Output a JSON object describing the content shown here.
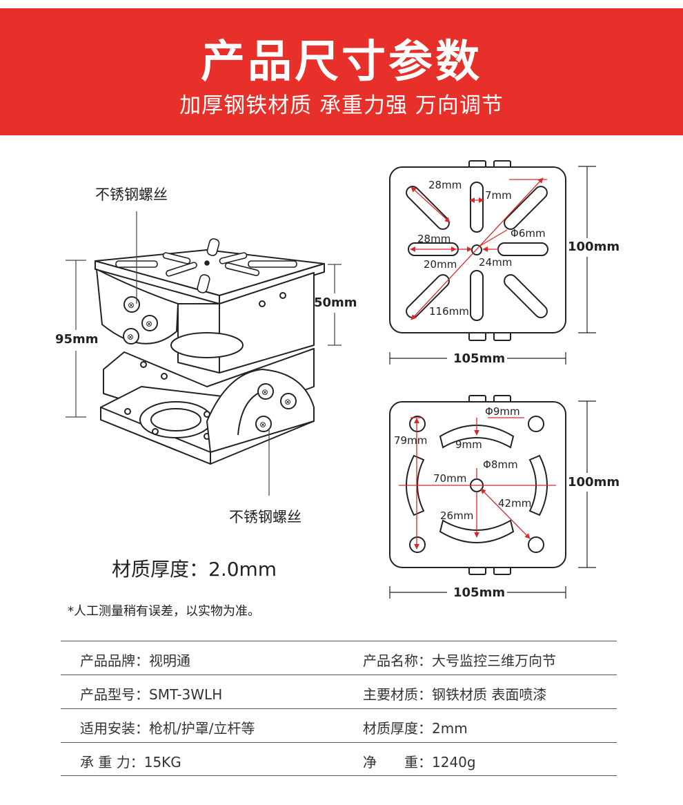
{
  "banner": {
    "title": "产品尺寸参数",
    "subtitle": "加厚钢铁材质  承重力强  万向调节",
    "color": "#e8302a"
  },
  "product_diagram": {
    "screw_label_top": "不锈钢螺丝",
    "screw_label_bottom": "不锈钢螺丝",
    "height_total": "95mm",
    "height_upper": "50mm"
  },
  "top_plate": {
    "slot_diagonal": "28mm",
    "slot_width": "7mm",
    "hole_center": "6mm",
    "slot_horizontal": "28mm",
    "slot_offset": "20mm",
    "slot_gap": "24mm",
    "diagonal_span": "116mm",
    "height": "100mm",
    "width": "105mm"
  },
  "bottom_plate": {
    "corner_hole": "9mm",
    "arc_width": "9mm",
    "side_span": "79mm",
    "center_hole": "8mm",
    "arc_offset": "70mm",
    "center_to_hole": "42mm",
    "center_to_arc": "26mm",
    "height": "100mm",
    "width": "105mm"
  },
  "symbols": {
    "diameter": "Φ"
  },
  "thickness": "材质厚度：2.0mm",
  "note": "*人工测量稍有误差，以实物为准。",
  "specs": [
    {
      "left": "产品品牌：视明通",
      "right": "产品名称：大号监控三维万向节"
    },
    {
      "left": "产品型号：SMT-3WLH",
      "right": "主要材质：钢铁材质 表面喷漆"
    },
    {
      "left": "适用安装：枪机/护罩/立杆等",
      "right": "材质厚度：2mm"
    },
    {
      "left": "承 重 力：15KG",
      "right": "净　　重：1240g"
    }
  ]
}
